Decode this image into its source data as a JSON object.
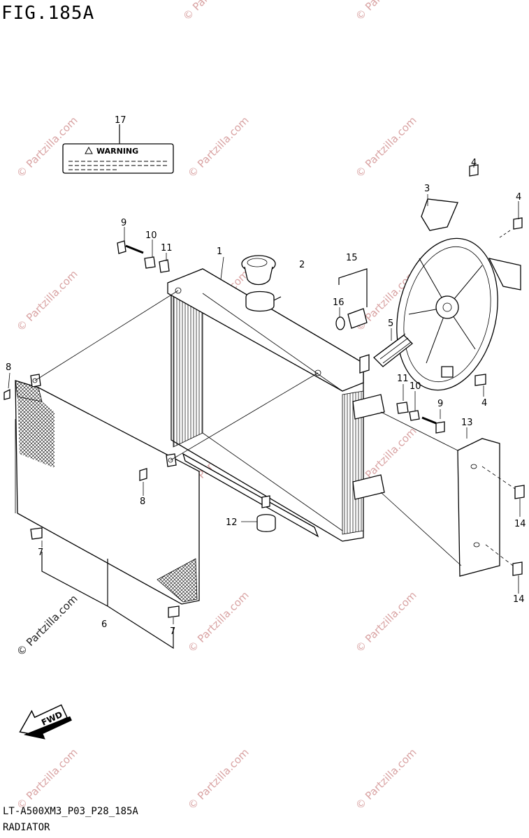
{
  "figure": {
    "title": "FIG.185A",
    "code": "LT-A500XM3_P03_P28_185A",
    "name": "RADIATOR"
  },
  "watermark": "© Partzilla.com",
  "warning_label": {
    "text": "WARNING"
  },
  "fwd_arrow": {
    "text": "FWD"
  },
  "callouts": {
    "c1": "1",
    "c2": "2",
    "c3": "3",
    "c4a": "4",
    "c4b": "4",
    "c4c": "4",
    "c5": "5",
    "c6": "6",
    "c7a": "7",
    "c7b": "7",
    "c8a": "8",
    "c8b": "8",
    "c9a": "9",
    "c9b": "9",
    "c10a": "10",
    "c10b": "10",
    "c11a": "11",
    "c11b": "11",
    "c12": "12",
    "c13": "13",
    "c14a": "14",
    "c14b": "14",
    "c15": "15",
    "c16": "16",
    "c17": "17"
  }
}
